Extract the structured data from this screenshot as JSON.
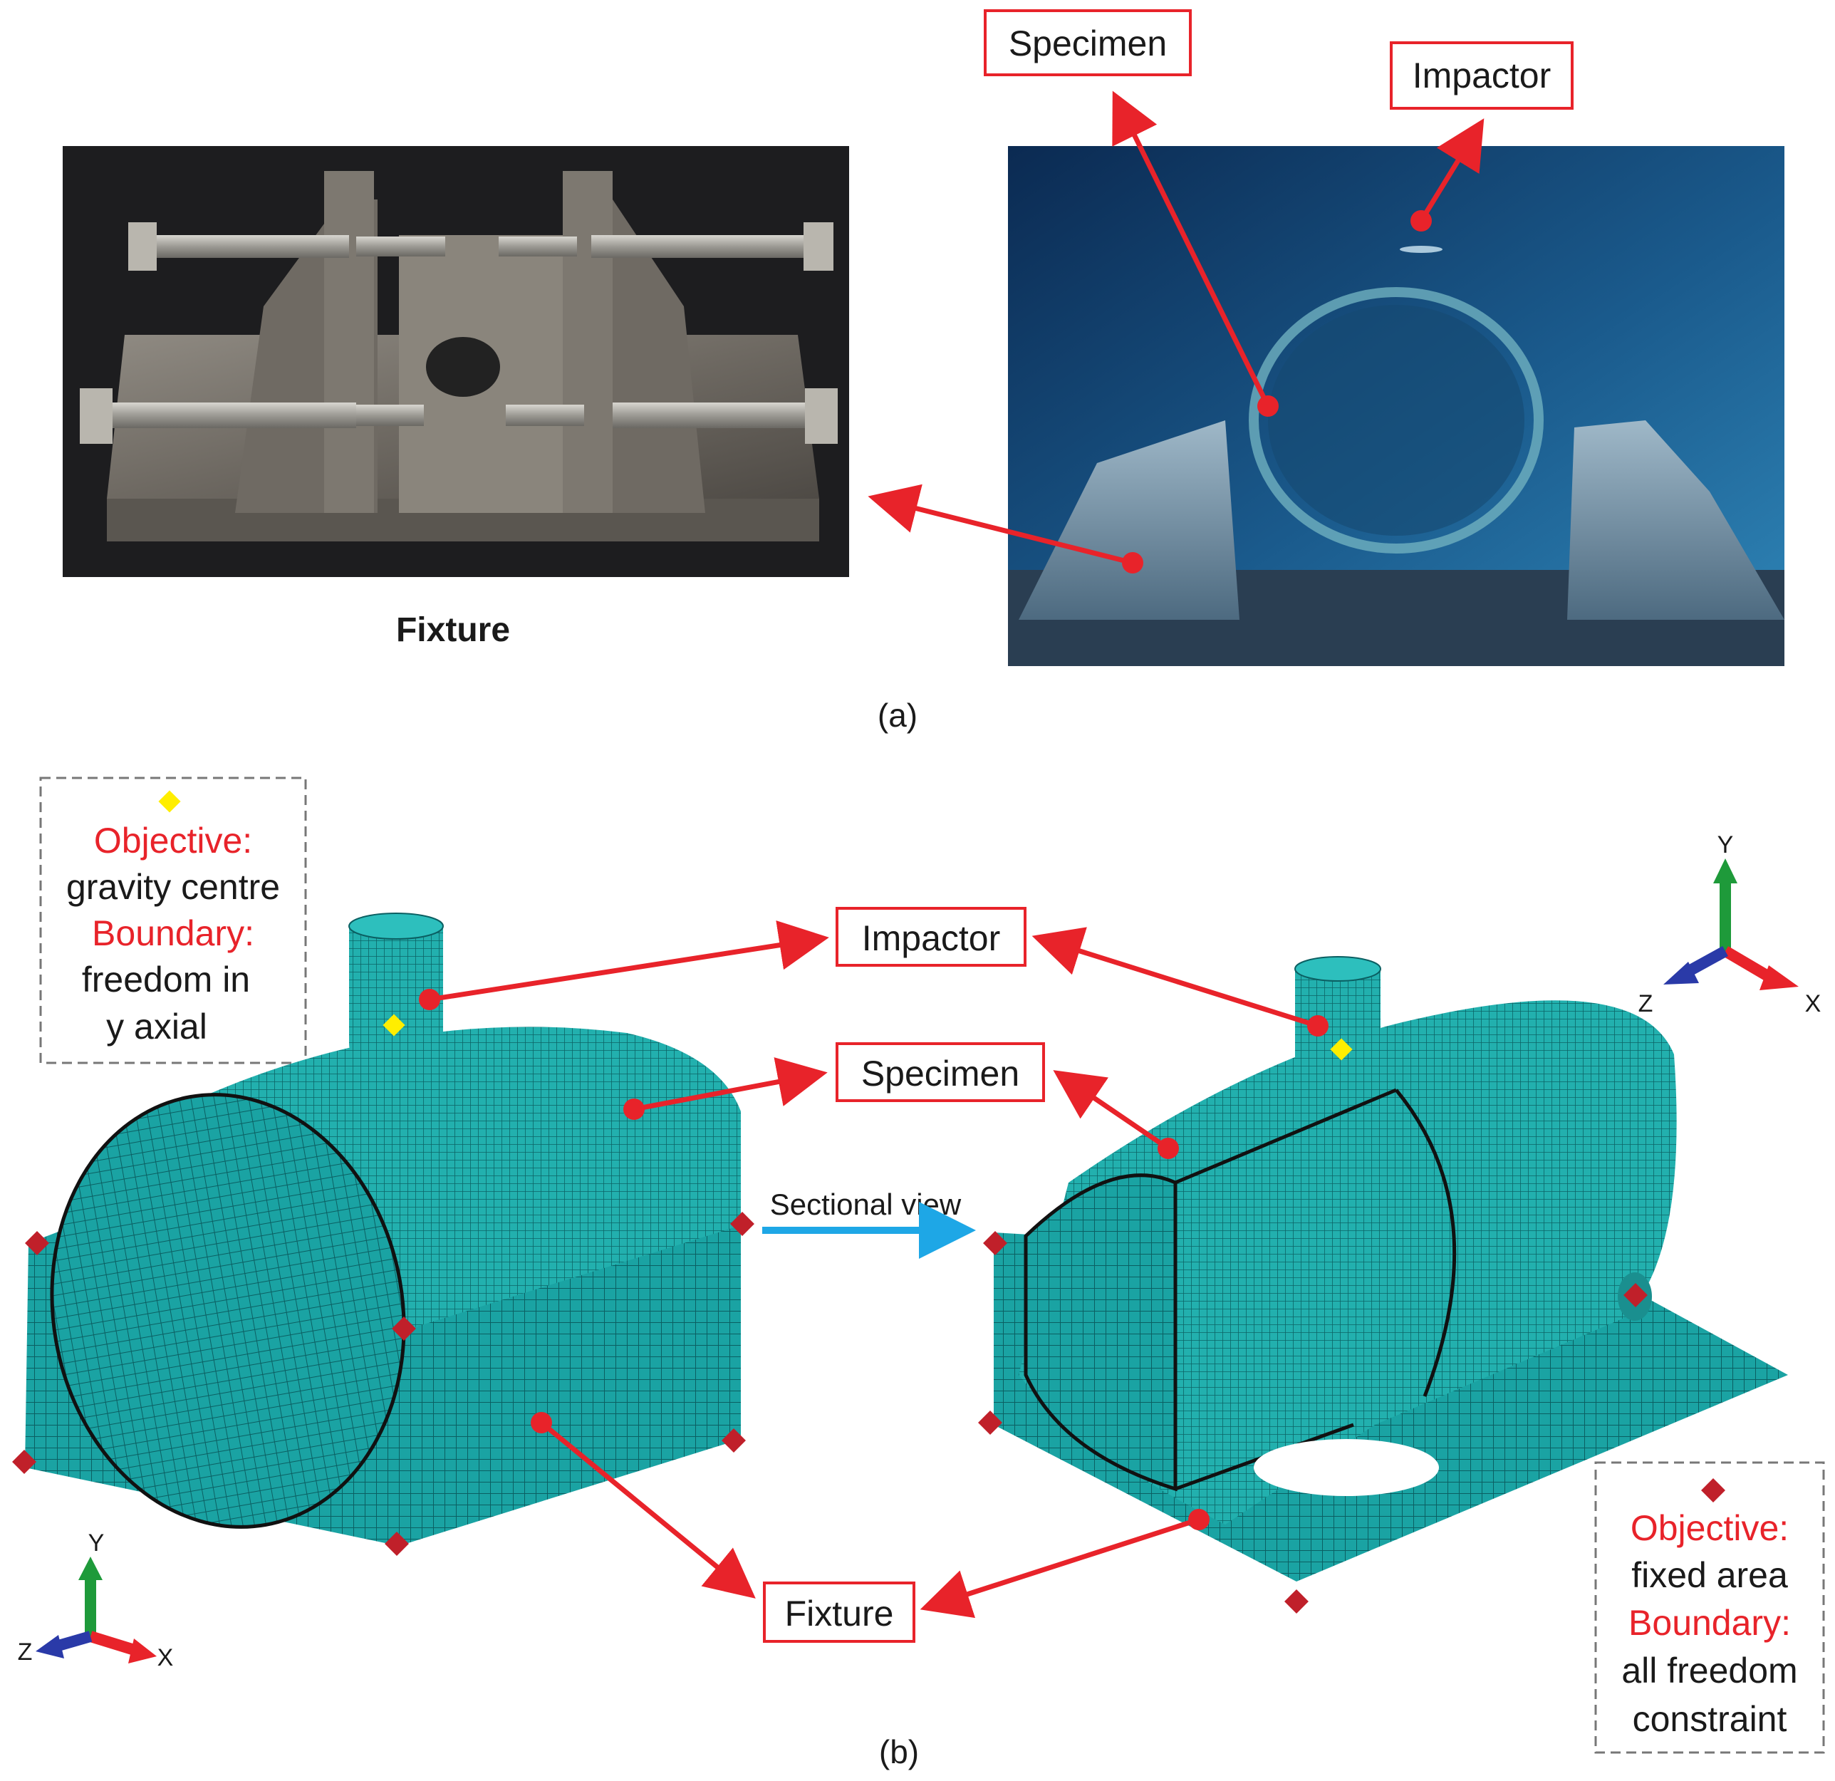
{
  "panel_a": {
    "caption": "(a)",
    "fixture_caption": "Fixture",
    "labels": {
      "specimen": "Specimen",
      "impactor": "Impactor"
    }
  },
  "panel_b": {
    "caption": "(b)",
    "labels": {
      "impactor": "Impactor",
      "specimen": "Specimen",
      "fixture": "Fixture"
    },
    "sectional_view": "Sectional view",
    "legend_impactor": {
      "objective_label": "Objective:",
      "objective_value": "gravity centre",
      "boundary_label": "Boundary:",
      "boundary_line1": "freedom in",
      "boundary_line2": "y axial"
    },
    "legend_fixture": {
      "objective_label": "Objective:",
      "objective_value": "fixed area",
      "boundary_label": "Boundary:",
      "boundary_line1": "all freedom",
      "boundary_line2": "constraint"
    },
    "axes": {
      "y": "Y",
      "x": "X",
      "z": "Z"
    }
  },
  "colors": {
    "annotation_red": "#e8232a",
    "mesh_teal": "#1aa3a3",
    "node_marker": "#c0202a",
    "gravity_marker": "#ffee00",
    "arrow_blue": "#1ea7e6",
    "axis_y": "#1e9a3a",
    "axis_x": "#e8232a",
    "axis_z": "#2a3aa8"
  }
}
